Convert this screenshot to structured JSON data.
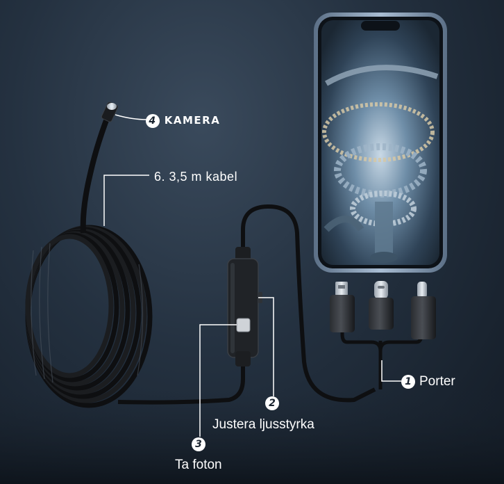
{
  "labels": {
    "camera": {
      "number": "4",
      "text": "KAMERA"
    },
    "cable": {
      "text": "6. 3,5 m kabel"
    },
    "ports": {
      "number": "1",
      "text": "Porter"
    },
    "brightness": {
      "number": "2",
      "text": "Justera ljusstyrka"
    },
    "photo": {
      "number": "3",
      "text": "Ta foton"
    }
  },
  "colors": {
    "background": "#243140",
    "cable": "#0e0f11",
    "label": "#ffffff",
    "phone_frame": "#7f99b8"
  }
}
